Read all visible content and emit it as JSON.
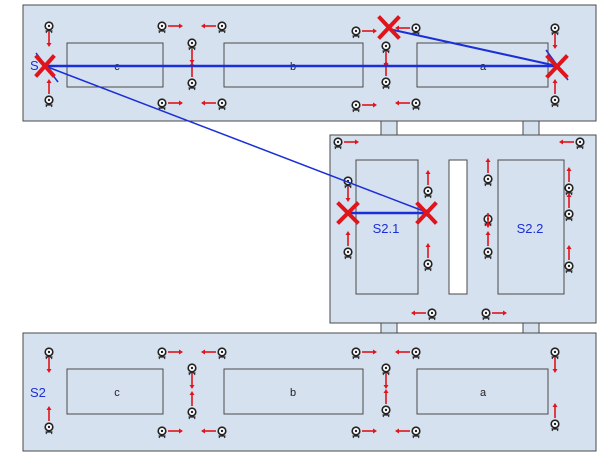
{
  "top_area": {
    "label": "S",
    "boxes": [
      "c",
      "b",
      "a"
    ]
  },
  "middle_area": {
    "boxes": [
      "S2.1",
      "S2.2"
    ]
  },
  "bottom_area": {
    "label": "S2",
    "boxes": [
      "c",
      "b",
      "a"
    ]
  },
  "colors": {
    "panel": "#d5e1ef",
    "path": "#1b2fd8",
    "marker": "#e0141b",
    "arrow": "#e0141b"
  },
  "icons": {
    "sensor": "sensor-icon",
    "cross": "cross-marker"
  }
}
